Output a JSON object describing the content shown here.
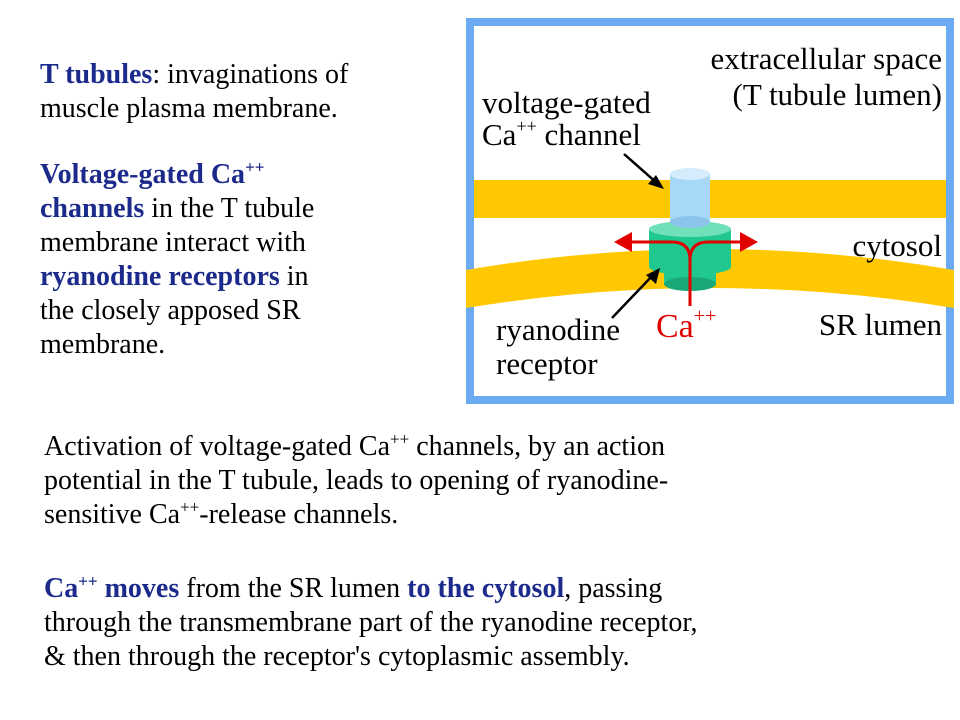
{
  "text_blocks": {
    "t_tubules": {
      "term": "T tubules",
      "rest_line1": ": invaginations of",
      "line2": "muscle plasma membrane."
    },
    "voltage_gated": {
      "term_part1": "Voltage-gated Ca",
      "term_sup": "++",
      "term_part2": "channels",
      "rest_line2": " in the T tubule",
      "line3": "membrane interact with",
      "term2": "ryanodine receptors",
      "rest_line4": " in",
      "line5": "the closely apposed SR",
      "line6": "membrane."
    },
    "activation": {
      "line1_a": "Activation of voltage-gated Ca",
      "line1_sup": "++",
      "line1_b": " channels, by an action",
      "line2": "potential in the T tubule, leads to opening of ryanodine-",
      "line3_a": "sensitive Ca",
      "line3_sup": "++",
      "line3_b": "-release channels."
    },
    "ca_moves": {
      "term1": "Ca",
      "term1_sup": "++",
      "term1_b": " moves",
      "mid": " from the SR lumen ",
      "term2": "to the cytosol",
      "rest_line1": ", passing",
      "line2": "through the transmembrane part of the ryanodine receptor,",
      "line3": "& then through the receptor's cytoplasmic assembly."
    }
  },
  "diagram": {
    "labels": {
      "extracellular_line1": "extracellular space",
      "extracellular_line2": "(T tubule lumen)",
      "vg_channel_line1": "voltage-gated",
      "vg_channel_line2_a": "Ca",
      "vg_channel_line2_sup": "++",
      "vg_channel_line2_b": " channel",
      "cytosol": "cytosol",
      "ryanodine_line1": "ryanodine",
      "ryanodine_line2": "receptor",
      "ca": "Ca",
      "ca_sup": "++",
      "sr_lumen": "SR lumen"
    },
    "colors": {
      "frame": "#6aaaf0",
      "membrane": "#ffc800",
      "vg_channel": "#a8d8f8",
      "ryanodine": "#20c890",
      "ca_red": "#e00000",
      "highlight_blue": "#1c2a8c"
    }
  }
}
